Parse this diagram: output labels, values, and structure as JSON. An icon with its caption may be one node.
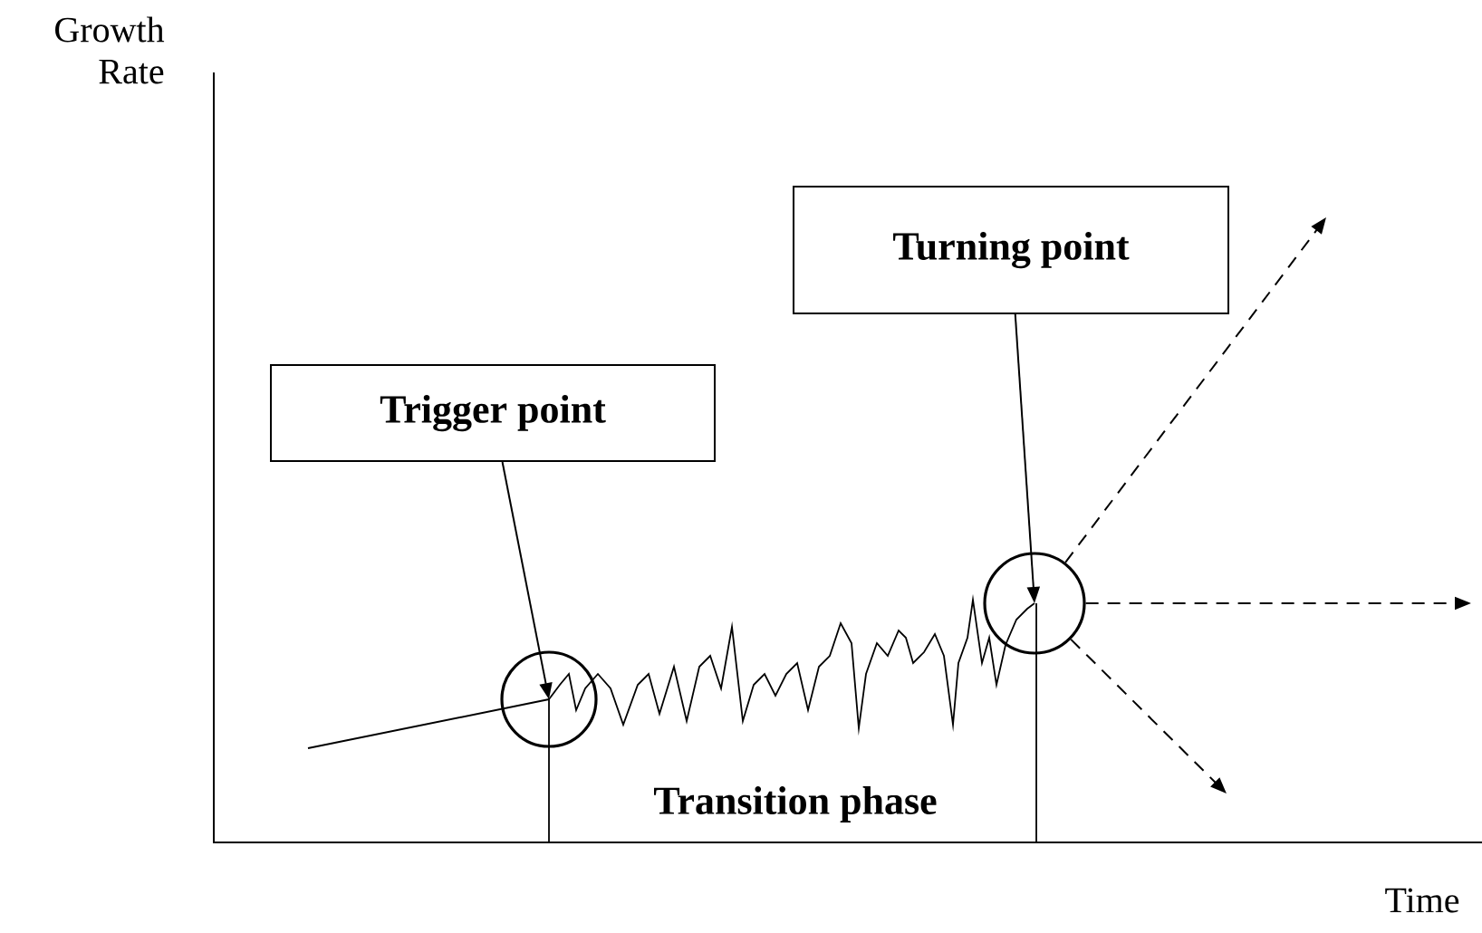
{
  "diagram": {
    "nodes": [
      {
        "text": [
          "Trigger point"
        ]
      },
      {
        "text": [
          "Turning point"
        ]
      },
      {
        "text": [],
        "shape": "circle"
      },
      {
        "text": [],
        "shape": "circle"
      }
    ],
    "edges": [
      {
        "from": 0,
        "to": 2,
        "arrow": "to"
      },
      {
        "from": null,
        "to": 2,
        "arrow": "none"
      },
      {
        "from": 1,
        "to": 3,
        "arrow": "to"
      },
      {
        "from": 3,
        "to": null,
        "arrow": "to",
        "style": "dashed"
      },
      {
        "from": 3,
        "to": null,
        "arrow": "to",
        "style": "dashed"
      },
      {
        "from": 3,
        "to": null,
        "arrow": "to",
        "style": "dashed"
      }
    ],
    "labels": [
      "Growth Rate",
      "Transition phase",
      "Time"
    ]
  }
}
